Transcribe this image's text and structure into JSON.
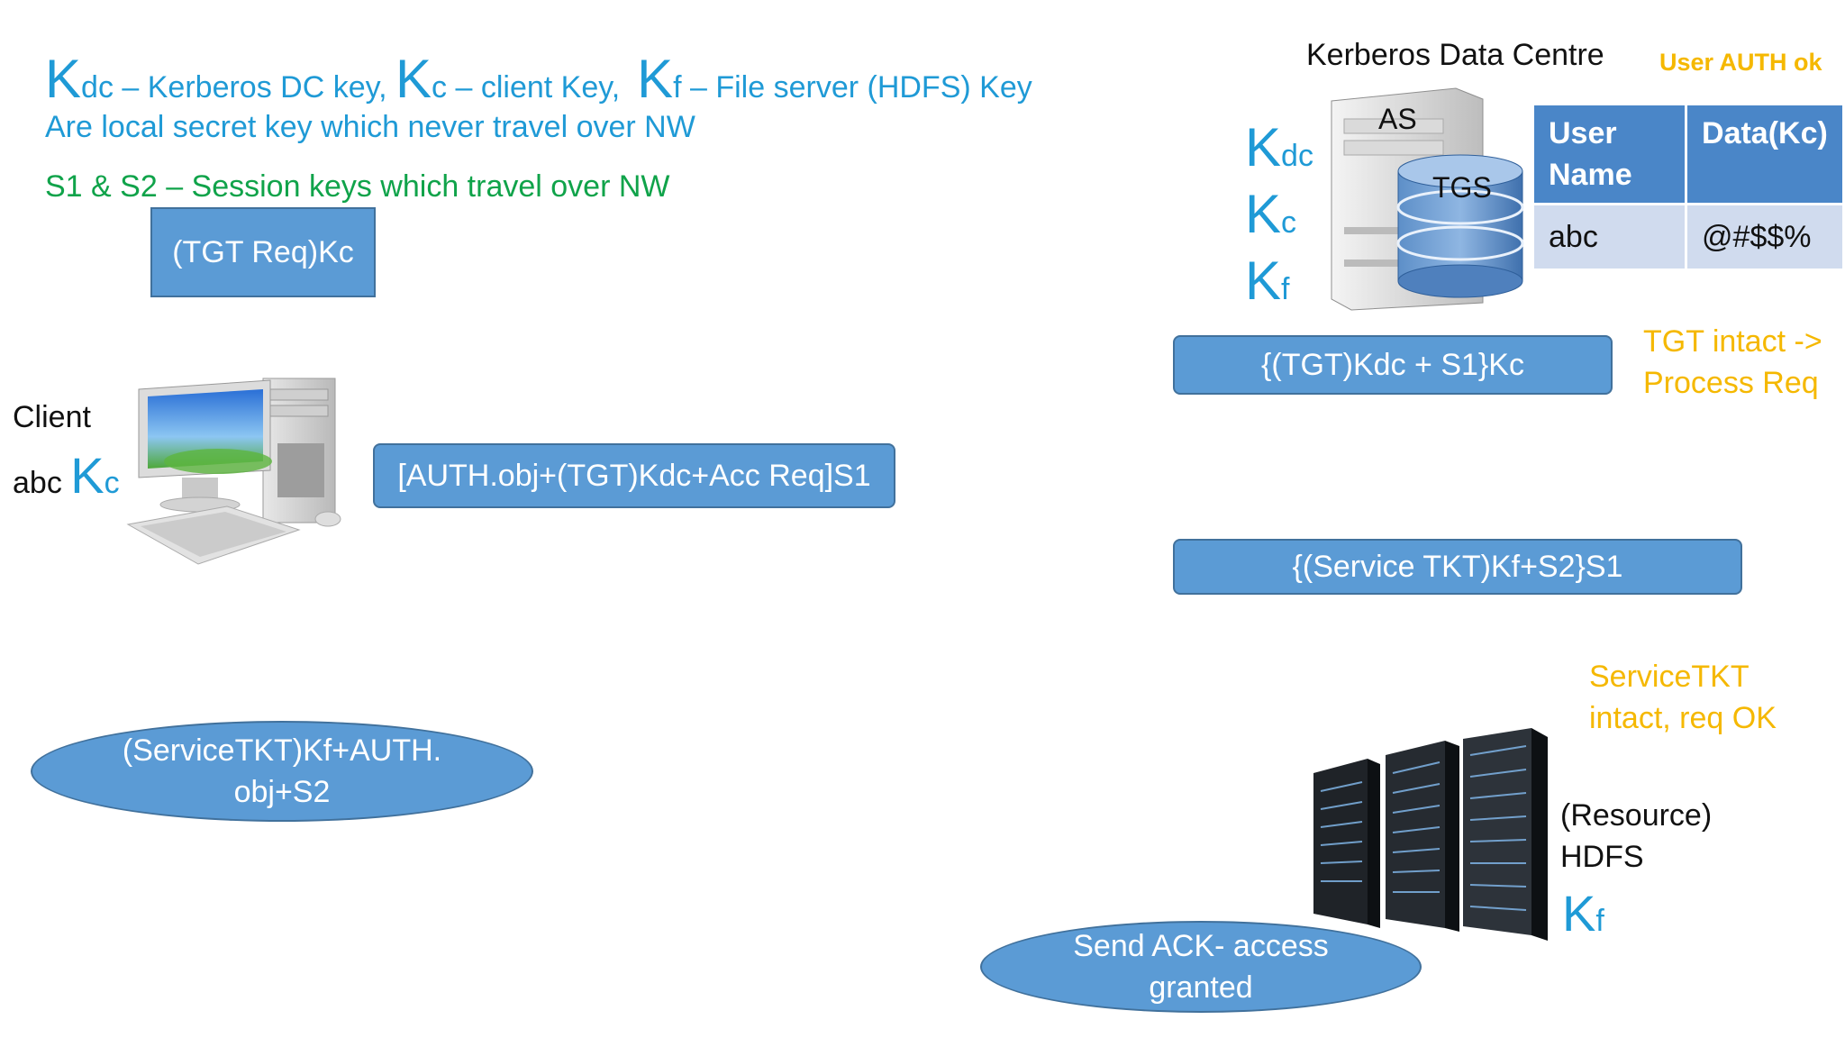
{
  "legend": {
    "k1_letter": "K",
    "k1_sub": "dc",
    "k1_text": " – Kerberos DC key,",
    "k2_letter": "K",
    "k2_sub": "c",
    "k2_text": " – client Key,",
    "k3_letter": "K",
    "k3_sub": "f",
    "k3_text": " – File server (HDFS) Key",
    "line2": "Are local secret key which never travel over NW",
    "line3": "S1 & S2 – Session keys which travel over NW"
  },
  "client": {
    "label": "Client",
    "user": "abc",
    "key_letter": "K",
    "key_sub": "c"
  },
  "kdc": {
    "title": "Kerberos Data Centre",
    "as_label": "AS",
    "tgs_label": "TGS",
    "keys": [
      {
        "letter": "K",
        "sub": "dc"
      },
      {
        "letter": "K",
        "sub": "c"
      },
      {
        "letter": "K",
        "sub": "f"
      }
    ],
    "auth_status": "User AUTH ok",
    "table": {
      "headers": [
        "User Name",
        "Data(Kc)"
      ],
      "rows": [
        [
          "abc",
          "@#$$%"
        ]
      ]
    },
    "tgt_status_1": "TGT intact ->",
    "tgt_status_2": "Process Req"
  },
  "messages": {
    "tgt_req": "(TGT Req)Kc",
    "tgt_reply": "{(TGT)Kdc + S1}Kc",
    "acc_req": "[AUTH.obj+(TGT)Kdc+Acc Req]S1",
    "service_reply": "{(Service TKT)Kf+S2}S1",
    "service_req": "(ServiceTKT)Kf+AUTH.\nobj+S2",
    "ack": "Send ACK- access\ngranted"
  },
  "resource": {
    "status_1": "ServiceTKT",
    "status_2": "intact, req OK",
    "label_1": "(Resource)",
    "label_2": "HDFS",
    "key_letter": "K",
    "key_sub": "f"
  },
  "colors": {
    "key_blue": "#1f9ad6",
    "session_green": "#10a34a",
    "status_orange": "#f5b800",
    "box_fill": "#5b9bd5",
    "box_border": "#41719c",
    "table_header": "#4a86c8",
    "table_row": "#d0dbee"
  }
}
